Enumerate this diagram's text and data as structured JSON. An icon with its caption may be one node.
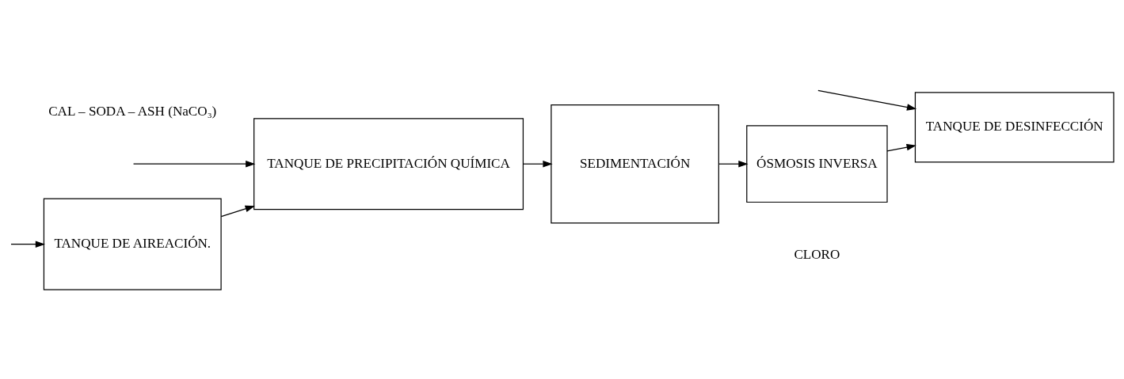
{
  "diagram": {
    "nodes": [
      {
        "text": [
          "TANQUE DE AIREACIÓN."
        ]
      },
      {
        "text": [
          "TANQUE DE PRECIPITACIÓN QUÍMICA"
        ]
      },
      {
        "text": [
          "SEDIMENTACIÓN"
        ]
      },
      {
        "text": [
          "ÓSMOSIS INVERSA"
        ]
      },
      {
        "text": [
          "TANQUE DE DESINFECCIÓN"
        ]
      }
    ],
    "edges": [
      {
        "from": null,
        "to": 0,
        "arrow": "to"
      },
      {
        "from": 0,
        "to": 1,
        "arrow": "to"
      },
      {
        "from": null,
        "to": 1,
        "arrow": "to"
      },
      {
        "from": 1,
        "to": 2,
        "arrow": "to"
      },
      {
        "from": 2,
        "to": 3,
        "arrow": "to"
      },
      {
        "from": 3,
        "to": 4,
        "arrow": "to"
      },
      {
        "from": null,
        "to": 4,
        "arrow": "to"
      }
    ],
    "labels": [
      "CAL – SODA – ASH (NaCO₃)",
      "CLORO"
    ]
  }
}
